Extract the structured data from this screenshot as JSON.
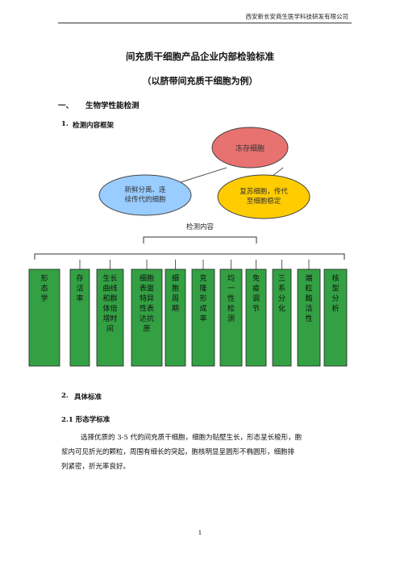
{
  "header": {
    "company": "西安新长安商生医学科技研发有限公司"
  },
  "title": "间充质干细胞产品企业内部检验标准",
  "subtitle": "（以脐带间充质干细胞为例）",
  "section1": {
    "num": "一、",
    "title": "生物学性能检测"
  },
  "sub1": {
    "num": "1.",
    "title": "检测内容框架"
  },
  "diagram": {
    "top": "冻存细胞",
    "left": [
      "新鲜分离、连",
      "续传代的细胞"
    ],
    "right": [
      "复苏细胞，传代",
      "至细胞稳定"
    ],
    "label": "检测内容",
    "items": [
      [
        "形",
        "态",
        "学"
      ],
      [
        "存",
        "活",
        "率"
      ],
      [
        "生长",
        "曲线",
        "和群",
        "体倍",
        "增时",
        "间"
      ],
      [
        "细胞",
        "表面",
        "特异",
        "性表",
        "达抗",
        "原"
      ],
      [
        "细",
        "胞",
        "周",
        "期"
      ],
      [
        "克",
        "隆",
        "形",
        "成",
        "率"
      ],
      [
        "均",
        "一",
        "性",
        "检",
        "测"
      ],
      [
        "免",
        "疫",
        "调",
        "节"
      ],
      [
        "三",
        "系",
        "分",
        "化"
      ],
      [
        "端",
        "粒",
        "酶",
        "活",
        "性"
      ],
      [
        "核",
        "型",
        "分",
        "析"
      ]
    ]
  },
  "sub2": {
    "num": "2.",
    "title": "具体标准"
  },
  "sub21": {
    "title": "2.1 形态学标准"
  },
  "paragraph": [
    "选择优质的 3-5 代的间充质干细胞，细胞为贴壁生长，形态呈长梭形，胞",
    "浆内可见折光的颗粒，周围有细长的突起，胞核明显呈圆形不椭圆形，细胞排",
    "列紧密，折光率良好。"
  ],
  "page_number": "1",
  "colors": {
    "top_node": "#E7726F",
    "left_node": "#99CCFF",
    "right_node": "#FFCC00",
    "items": "#33A043"
  }
}
